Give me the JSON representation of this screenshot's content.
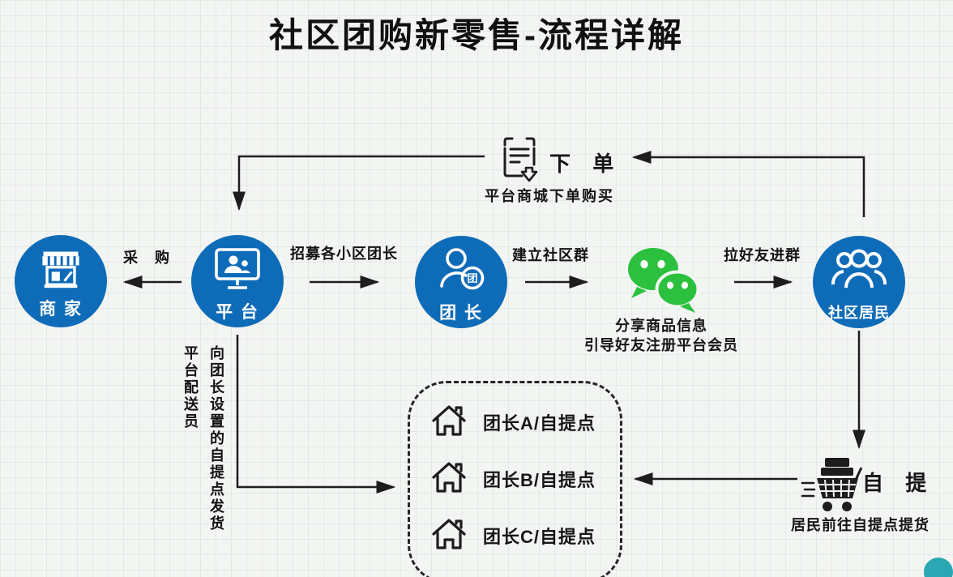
{
  "title": "社区团购新零售-流程详解",
  "colors": {
    "circle_blue": "#0e6bb8",
    "wechat_green": "#2bc13e",
    "ink": "#1d1d1d",
    "teal_dot": "#2aa7b2"
  },
  "order": {
    "label": "下 单",
    "caption": "平台商城下单购买",
    "icon": "order-clipboard-icon"
  },
  "nodes": {
    "merchant": {
      "label": "商 家",
      "icon": "storefront-icon"
    },
    "platform": {
      "label": "平 台",
      "icon": "monitor-users-icon"
    },
    "leader": {
      "label": "团 长",
      "icon": "person-badge-icon",
      "badge": "团"
    },
    "residents": {
      "label": "社区居民",
      "icon": "people-group-icon"
    },
    "wechat": {
      "icon": "wechat-icon",
      "caption_line1": "分享商品信息",
      "caption_line2": "引导好友注册平台会员"
    }
  },
  "edges": {
    "purchase": "采 购",
    "recruit": "招募各小区团长",
    "build_group": "建立社区群",
    "invite": "拉好友进群"
  },
  "delivery_note": {
    "line_left": "平台配送员",
    "line_right": "向团长设置的自提点发货"
  },
  "pickup_box": {
    "items": [
      {
        "label": "团长A/自提点",
        "icon": "house-icon"
      },
      {
        "label": "团长B/自提点",
        "icon": "house-icon"
      },
      {
        "label": "团长C/自提点",
        "icon": "house-icon"
      }
    ]
  },
  "pickup": {
    "label": "自 提",
    "caption": "居民前往自提点提货",
    "icon": "cart-icon"
  }
}
